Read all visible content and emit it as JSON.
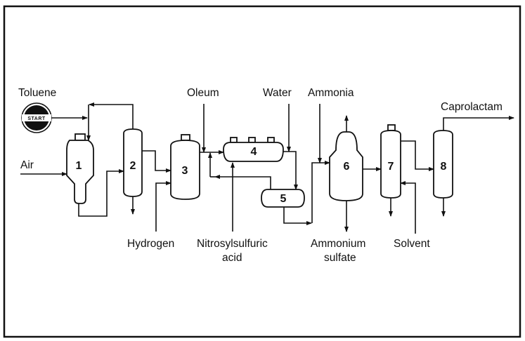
{
  "diagram": {
    "type": "process-flow",
    "start_label": "START",
    "inputs": {
      "toluene": "Toluene",
      "air": "Air",
      "oleum": "Oleum",
      "water": "Water",
      "ammonia": "Ammonia",
      "hydrogen": "Hydrogen",
      "nitrosylsulfuric_line1": "Nitrosylsulfuric",
      "nitrosylsulfuric_line2": "acid",
      "solvent": "Solvent"
    },
    "outputs": {
      "caprolactam": "Caprolactam",
      "ammonium_line1": "Ammonium",
      "ammonium_line2": "sulfate"
    },
    "units": [
      "1",
      "2",
      "3",
      "4",
      "5",
      "6",
      "7",
      "8"
    ],
    "colors": {
      "ink": "#111111",
      "background": "#ffffff"
    }
  }
}
